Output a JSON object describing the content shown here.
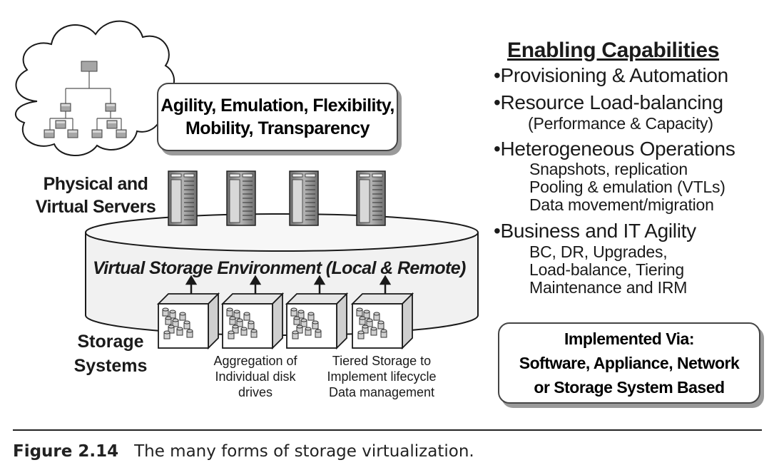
{
  "caption": {
    "figure_label": "Figure 2.14",
    "text": "The many forms of storage virtualization."
  },
  "cloud_box": {
    "line1": "Agility, Emulation, Flexibility,",
    "line2": "Mobility, Transparency"
  },
  "servers_label": {
    "line1": "Physical and",
    "line2": "Virtual Servers"
  },
  "environment_label": "Virtual Storage Environment (Local & Remote)",
  "storage_label": {
    "line1": "Storage",
    "line2": "Systems"
  },
  "aggregation_note": {
    "line1": "Aggregation of",
    "line2": "Individual disk",
    "line3": "drives"
  },
  "tiered_note": {
    "line1": "Tiered Storage to",
    "line2": "Implement lifecycle",
    "line3": "Data management"
  },
  "capabilities": {
    "heading": "Enabling Capabilities",
    "bullet": "•",
    "items": [
      {
        "title": "Provisioning & Automation",
        "subs": []
      },
      {
        "title": "Resource Load-balancing",
        "subs": [
          "(Performance & Capacity)"
        ]
      },
      {
        "title": "Heterogeneous Operations",
        "subs": [
          "Snapshots, replication",
          "Pooling & emulation (VTLs)",
          "Data movement/migration"
        ]
      },
      {
        "title": "Business and IT Agility",
        "subs": [
          "BC, DR, Upgrades,",
          "Load-balance, Tiering",
          "Maintenance and IRM"
        ]
      }
    ]
  },
  "implemented_box": {
    "line1": "Implemented Via:",
    "line2": "Software, Appliance, Network",
    "line3": "or Storage System Based"
  },
  "colors": {
    "ink": "#1a1a1a",
    "shadow_gray": "#9a9a9a",
    "cylinder_fill": "#f1f1f1",
    "server_gray": "#8c8c8c",
    "node_gray": "#a6a6a6"
  }
}
